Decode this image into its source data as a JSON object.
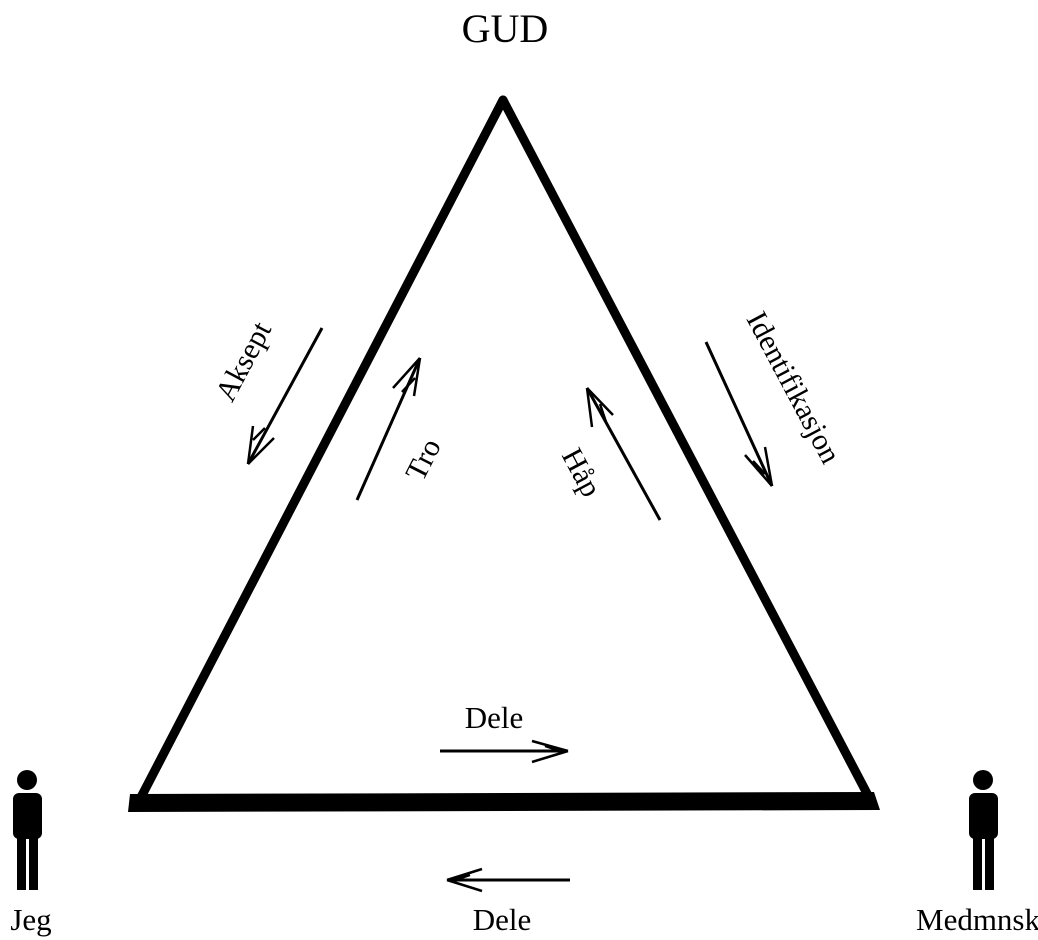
{
  "nodes": {
    "top": "GUD",
    "bottom_left": "Jeg",
    "bottom_right": "Medmnsk"
  },
  "edges": {
    "left_outer": "Aksept",
    "left_inner": "Tro",
    "right_inner": "Håp",
    "right_outer": "Identifikasjon",
    "bottom_inner": "Dele",
    "bottom_outer": "Dele"
  },
  "icons": {
    "left_person": "person-icon",
    "right_person": "person-icon"
  },
  "colors": {
    "ink": "#000000",
    "background": "#ffffff"
  }
}
